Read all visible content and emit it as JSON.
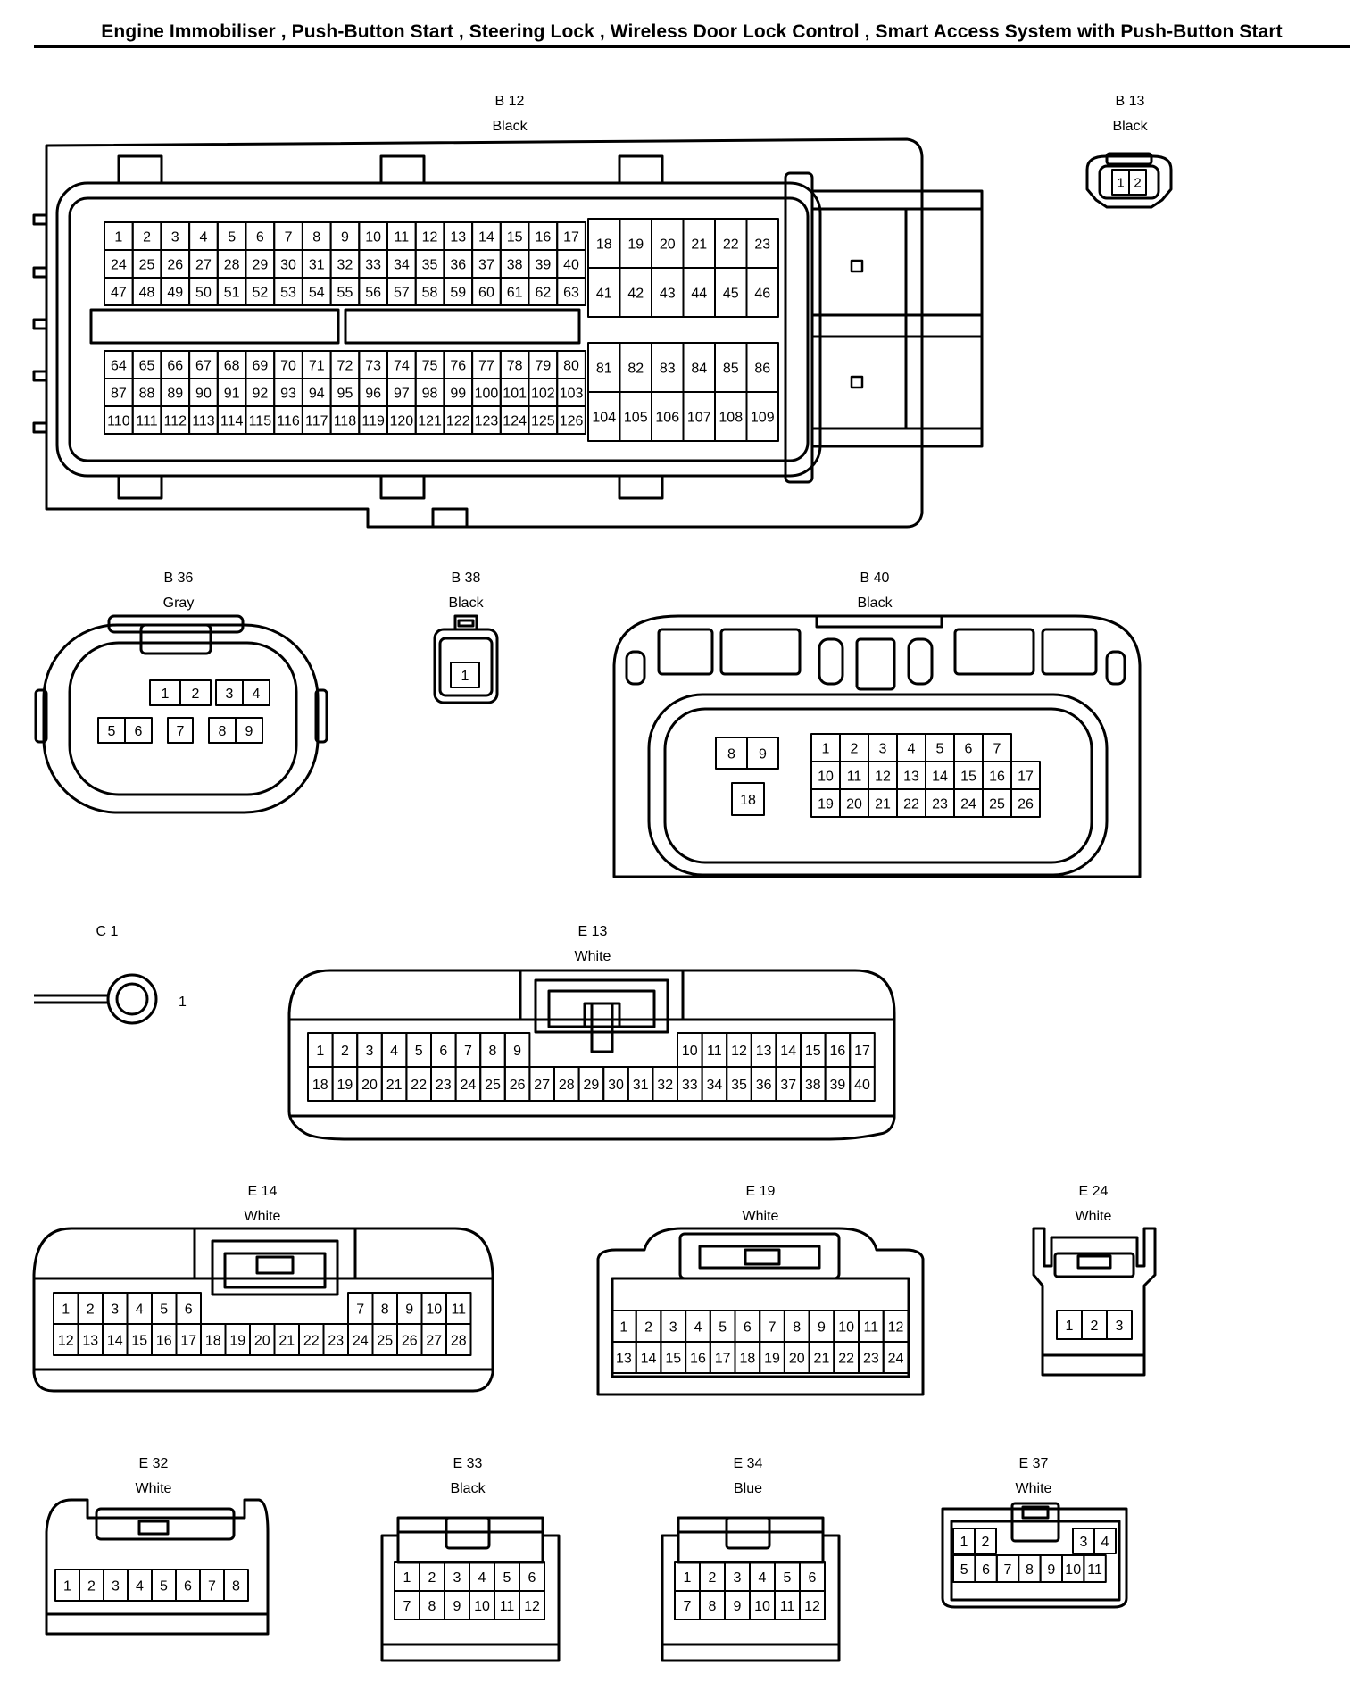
{
  "title": "Engine Immobiliser , Push-Button Start , Steering Lock , Wireless Door Lock Control , Smart Access System with Push-Button Start",
  "connectors": [
    {
      "id": "b12",
      "code": "B 12",
      "color": "Black"
    },
    {
      "id": "b13",
      "code": "B 13",
      "color": "Black"
    },
    {
      "id": "b36",
      "code": "B 36",
      "color": "Gray"
    },
    {
      "id": "b38",
      "code": "B 38",
      "color": "Black"
    },
    {
      "id": "b40",
      "code": "B 40",
      "color": "Black"
    },
    {
      "id": "c1",
      "code": "C 1",
      "color": "",
      "pin": "1"
    },
    {
      "id": "e13",
      "code": "E 13",
      "color": "White"
    },
    {
      "id": "e14",
      "code": "E 14",
      "color": "White"
    },
    {
      "id": "e19",
      "code": "E 19",
      "color": "White"
    },
    {
      "id": "e24",
      "code": "E 24",
      "color": "White"
    },
    {
      "id": "e32",
      "code": "E 32",
      "color": "White"
    },
    {
      "id": "e33",
      "code": "E 33",
      "color": "Black"
    },
    {
      "id": "e34",
      "code": "E 34",
      "color": "Blue"
    },
    {
      "id": "e37",
      "code": "E 37",
      "color": "White"
    }
  ]
}
